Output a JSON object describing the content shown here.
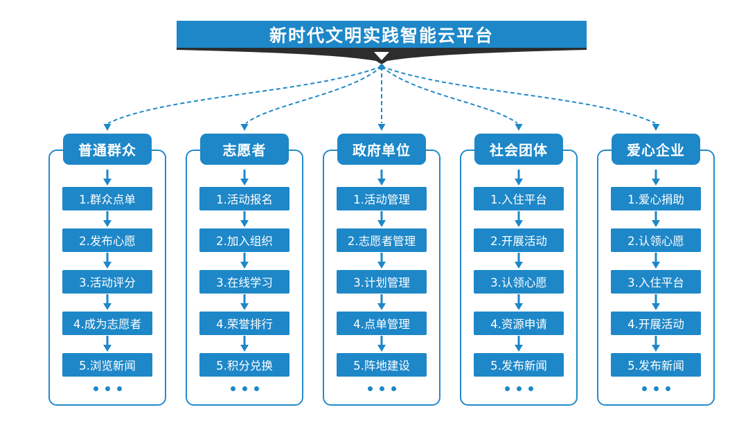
{
  "banner": {
    "title": "新时代文明实践智能云平台"
  },
  "colors": {
    "primary_blue": "#1d87c8",
    "border_blue": "#2289cb",
    "banner_tail_dark": "#2d2d2d",
    "background": "#ffffff",
    "text_on_blue": "#ffffff"
  },
  "columns": [
    {
      "header": "普通群众",
      "steps": [
        "1.群众点单",
        "2.发布心愿",
        "3.活动评分",
        "4.成为志愿者",
        "5.浏览新闻"
      ],
      "more": "..."
    },
    {
      "header": "志愿者",
      "steps": [
        "1.活动报名",
        "2.加入组织",
        "3.在线学习",
        "4.荣誉排行",
        "5.积分兑换"
      ],
      "more": "..."
    },
    {
      "header": "政府单位",
      "steps": [
        "1.活动管理",
        "2.志愿者管理",
        "3.计划管理",
        "4.点单管理",
        "5.阵地建设"
      ],
      "more": "..."
    },
    {
      "header": "社会团体",
      "steps": [
        "1.入住平台",
        "2.开展活动",
        "3.认领心愿",
        "4.资源申请",
        "5.发布新闻"
      ],
      "more": "..."
    },
    {
      "header": "爱心企业",
      "steps": [
        "1.爱心捐助",
        "2.认领心愿",
        "3.入住平台",
        "4.开展活动",
        "5.发布新闻"
      ],
      "more": "..."
    }
  ]
}
